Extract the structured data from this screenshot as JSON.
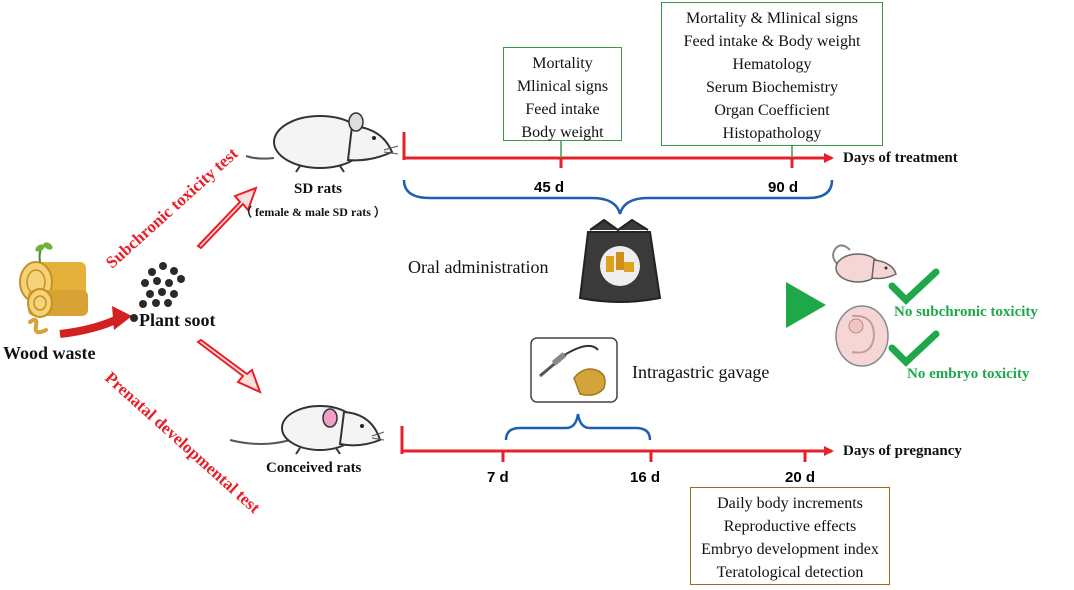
{
  "sources": {
    "wood_label": "Wood waste",
    "soot_label": "Plant soot"
  },
  "tests": {
    "subchronic_label": "Subchronic toxicity test",
    "prenatal_label": "Prenatal developmental test"
  },
  "subjects": {
    "sd_rats": "SD rats",
    "sd_rats_sub": "（ female & male SD rats ）",
    "conceived_rats": "Conceived rats"
  },
  "treatment": {
    "axis_label": "Days of treatment",
    "ticks": [
      "45 d",
      "90 d"
    ],
    "box_45d": [
      "Mortality",
      "Mlinical signs",
      "Feed intake",
      "Body weight"
    ],
    "box_90d": [
      "Mortality & Mlinical signs",
      "Feed intake & Body weight",
      "Hematology",
      "Serum Biochemistry",
      "Organ Coefficient",
      "Histopathology"
    ],
    "route": "Oral administration"
  },
  "pregnancy": {
    "axis_label": "Days of pregnancy",
    "ticks": [
      "7 d",
      "16 d",
      "20 d"
    ],
    "route": "Intragastric gavage",
    "box_20d": [
      "Daily body increments",
      "Reproductive effects",
      "Embryo development index",
      "Teratological detection"
    ]
  },
  "results": {
    "subchronic": "No subchronic toxicity",
    "embryo": "No embryo toxicity"
  },
  "colors": {
    "timeline": "#e8202a",
    "bracket": "#1f5fb0",
    "result": "#1ea84a",
    "box_green": "#3a9a4a",
    "box_brown": "#a06a1e"
  }
}
